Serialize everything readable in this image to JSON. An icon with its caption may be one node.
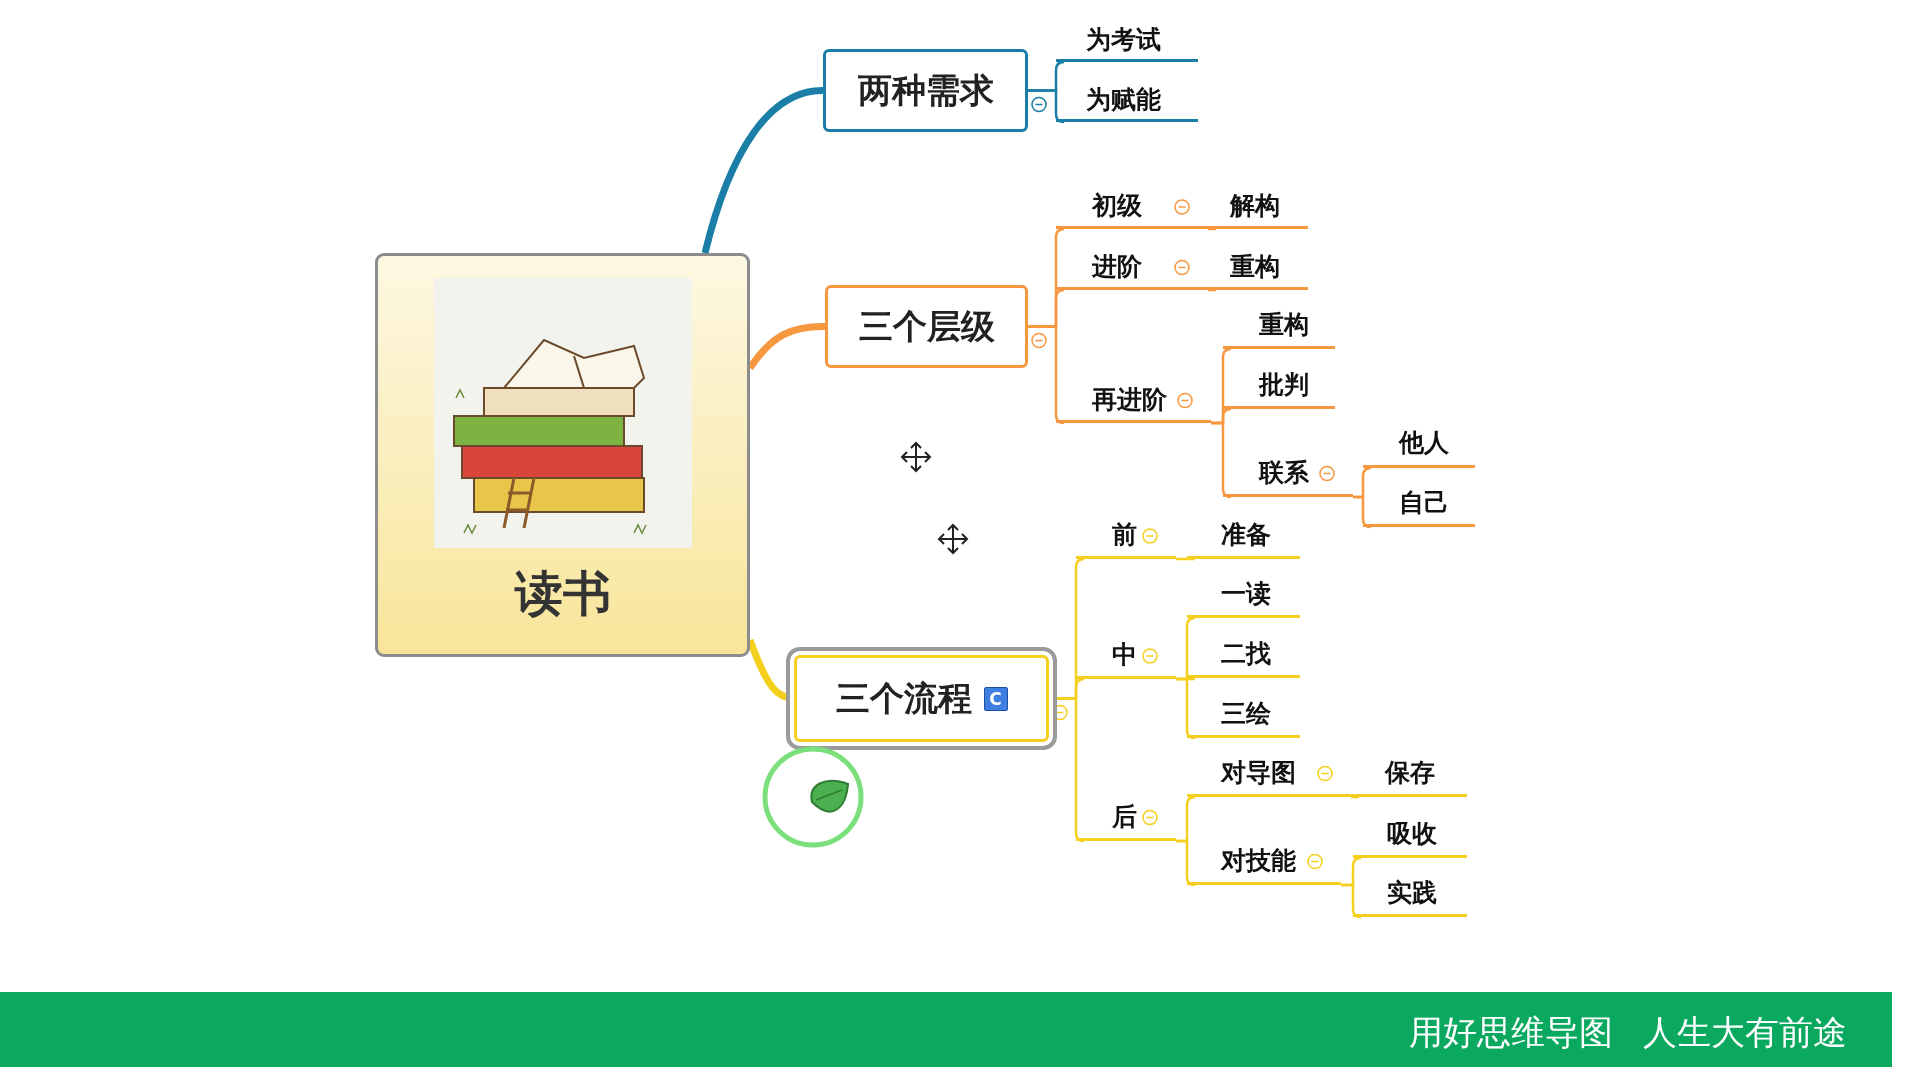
{
  "diagram": {
    "nodes": [
      {
        "text": [
          "读书"
        ]
      },
      {
        "text": [
          "两种需求"
        ]
      },
      {
        "text": [
          "为考试"
        ]
      },
      {
        "text": [
          "为赋能"
        ]
      },
      {
        "text": [
          "三个层级"
        ]
      },
      {
        "text": [
          "初级"
        ]
      },
      {
        "text": [
          "解构"
        ]
      },
      {
        "text": [
          "进阶"
        ]
      },
      {
        "text": [
          "重构"
        ]
      },
      {
        "text": [
          "再进阶"
        ]
      },
      {
        "text": [
          "重构"
        ]
      },
      {
        "text": [
          "批判"
        ]
      },
      {
        "text": [
          "联系"
        ]
      },
      {
        "text": [
          "他人"
        ]
      },
      {
        "text": [
          "自己"
        ]
      },
      {
        "text": [
          "三个流程",
          "C"
        ]
      },
      {
        "text": [
          "前"
        ]
      },
      {
        "text": [
          "准备"
        ]
      },
      {
        "text": [
          "中"
        ]
      },
      {
        "text": [
          "一读"
        ]
      },
      {
        "text": [
          "二找"
        ]
      },
      {
        "text": [
          "三绘"
        ]
      },
      {
        "text": [
          "后"
        ]
      },
      {
        "text": [
          "对导图"
        ]
      },
      {
        "text": [
          "保存"
        ]
      },
      {
        "text": [
          "对技能"
        ]
      },
      {
        "text": [
          "吸收"
        ]
      },
      {
        "text": [
          "实践"
        ]
      }
    ],
    "edges": [
      {
        "from": 0,
        "to": 1,
        "arrow": "none",
        "style": "thick",
        "color": "#1a7ea6"
      },
      {
        "from": 1,
        "to": 2,
        "arrow": "none",
        "color": "#1a7ea6"
      },
      {
        "from": 1,
        "to": 3,
        "arrow": "none",
        "color": "#1a7ea6"
      },
      {
        "from": 0,
        "to": 4,
        "arrow": "none",
        "style": "thick",
        "color": "#f7973f"
      },
      {
        "from": 4,
        "to": 5,
        "arrow": "none",
        "color": "#f7973f"
      },
      {
        "from": 5,
        "to": 6,
        "arrow": "none",
        "color": "#f7973f"
      },
      {
        "from": 4,
        "to": 7,
        "arrow": "none",
        "color": "#f7973f"
      },
      {
        "from": 7,
        "to": 8,
        "arrow": "none",
        "color": "#f7973f"
      },
      {
        "from": 4,
        "to": 9,
        "arrow": "none",
        "color": "#f7973f"
      },
      {
        "from": 9,
        "to": 10,
        "arrow": "none",
        "color": "#f7973f"
      },
      {
        "from": 9,
        "to": 11,
        "arrow": "none",
        "color": "#f7973f"
      },
      {
        "from": 9,
        "to": 12,
        "arrow": "none",
        "color": "#f7973f"
      },
      {
        "from": 12,
        "to": 13,
        "arrow": "none",
        "color": "#f7973f"
      },
      {
        "from": 12,
        "to": 14,
        "arrow": "none",
        "color": "#f7973f"
      },
      {
        "from": 0,
        "to": 15,
        "arrow": "none",
        "style": "thick"
      },
      {
        "from": 15,
        "to": 16,
        "arrow": "none"
      },
      {
        "from": 16,
        "to": 17,
        "arrow": "none"
      },
      {
        "from": 15,
        "to": 18,
        "arrow": "none"
      },
      {
        "from": 18,
        "to": 19,
        "arrow": "none"
      },
      {
        "from": 18,
        "to": 20,
        "arrow": "none"
      },
      {
        "from": 18,
        "to": 21,
        "arrow": "none"
      },
      {
        "from": 15,
        "to": 22,
        "arrow": "none"
      },
      {
        "from": 22,
        "to": 23,
        "arrow": "none"
      },
      {
        "from": 23,
        "to": 24,
        "arrow": "none"
      },
      {
        "from": 22,
        "to": 25,
        "arrow": "none"
      },
      {
        "from": 25,
        "to": 26,
        "arrow": "none"
      },
      {
        "from": 25,
        "to": 27,
        "arrow": "none"
      }
    ],
    "labels": [
      "用好思维导图",
      "人生大有前途"
    ]
  }
}
